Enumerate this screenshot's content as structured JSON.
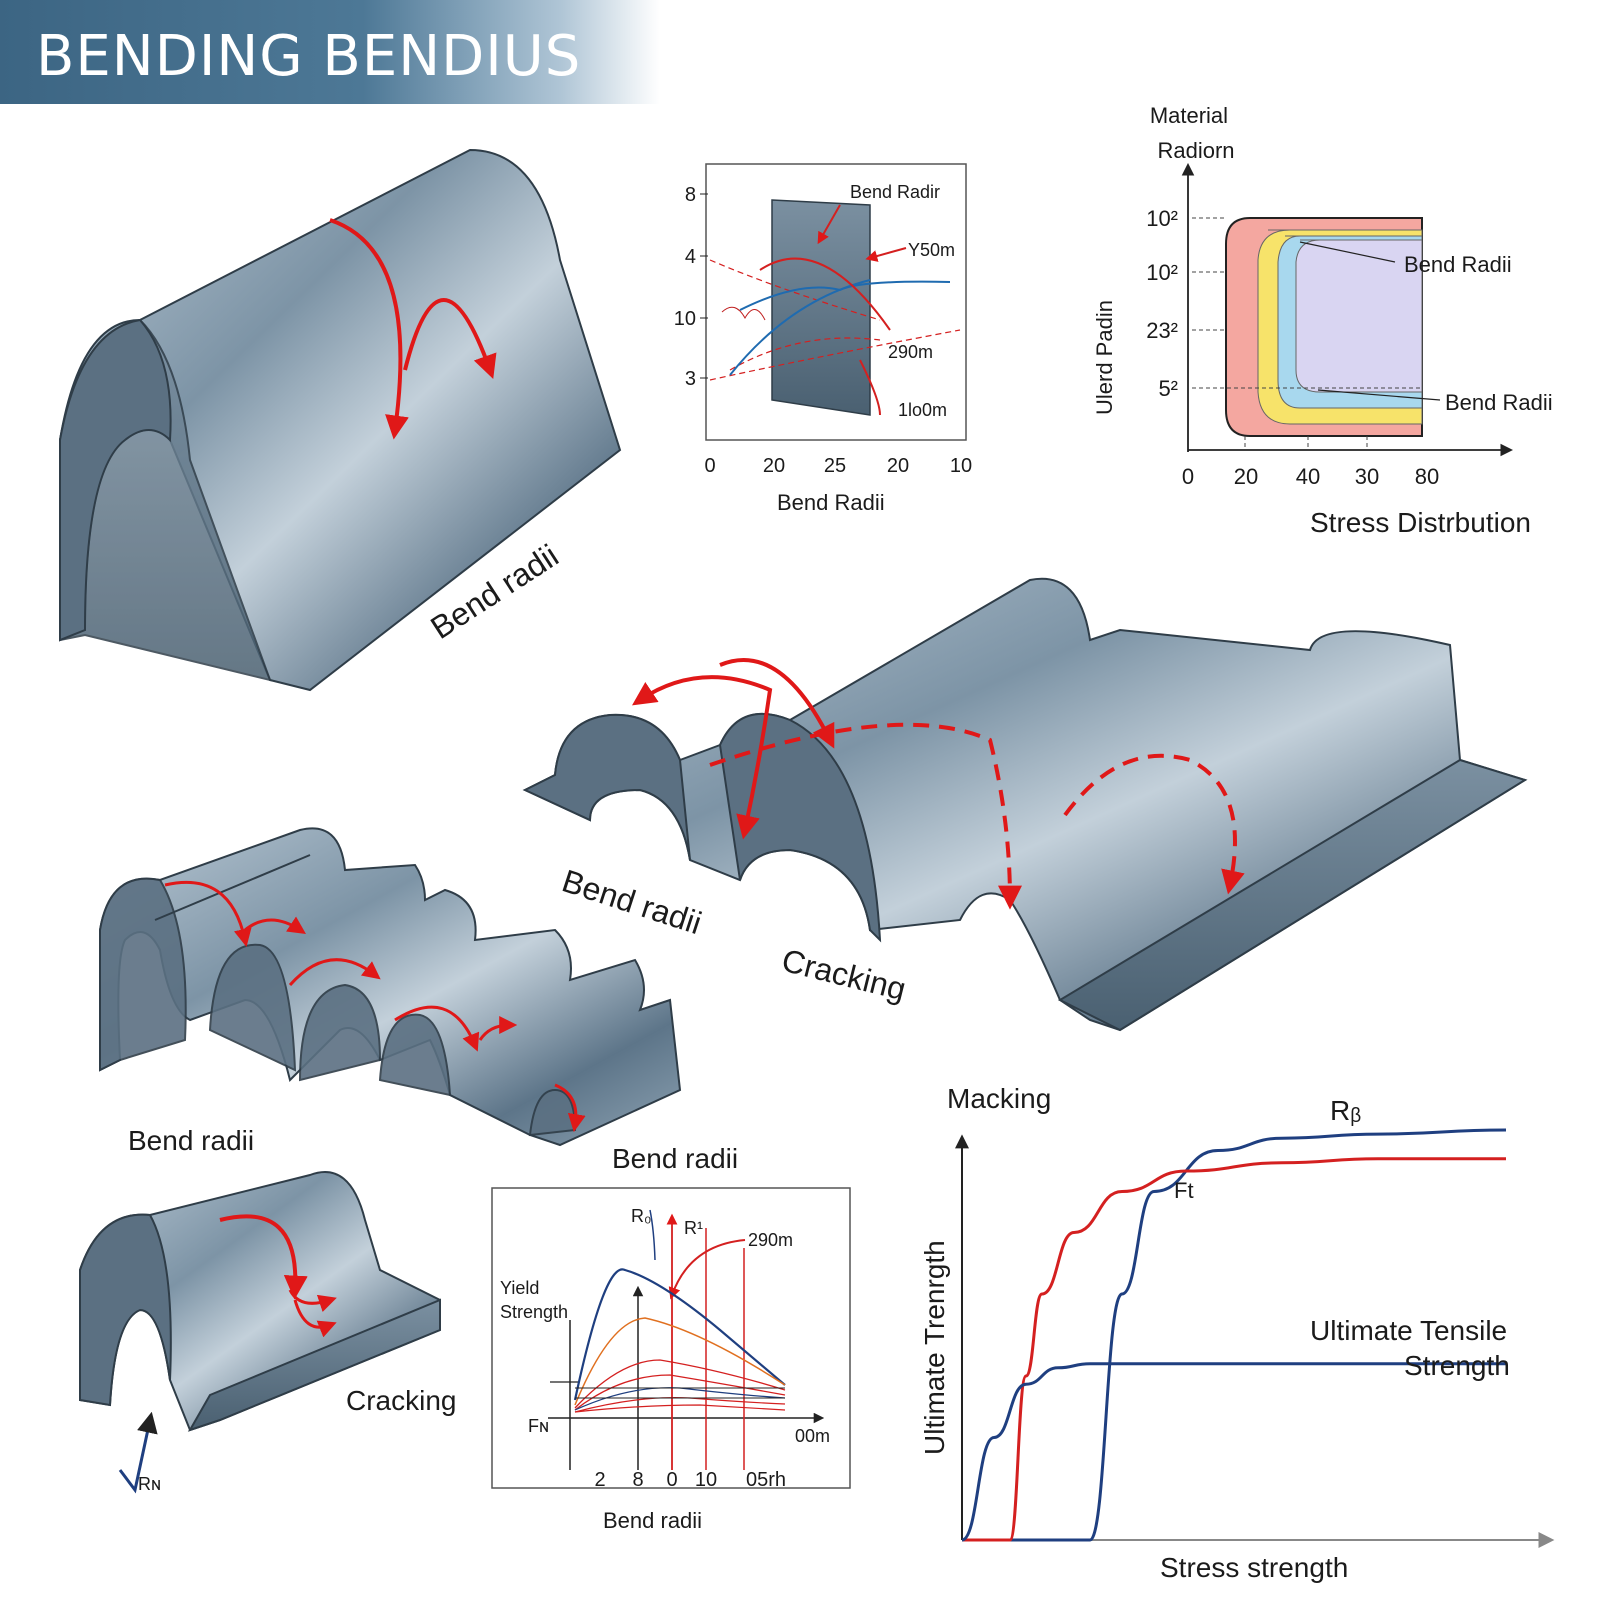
{
  "title": "BENDING BENDIUS",
  "labels": {
    "shape1": "Bend radii",
    "channel_bend": "Bend radii",
    "channel_crack": "Cracking",
    "wave_left": "Bend radii",
    "wave_right": "Bend radii",
    "crack_piece": "Cracking",
    "rn_marker": "Rɴ"
  },
  "inset1": {
    "xlabel": "Bend Radii",
    "yticks": [
      "8",
      "4",
      "10",
      "3"
    ],
    "xticks": [
      "0",
      "20",
      "25",
      "20",
      "10"
    ],
    "annotations": [
      "Bend Radir",
      "Y50m",
      "290m",
      "1lo0m"
    ]
  },
  "inset2": {
    "ylabel_top": "Material\nRadiorn",
    "ylabel_side": "Ulerd Padin",
    "xlabel": "Stress Distrbution",
    "yticks": [
      "10²",
      "10²",
      "23²",
      "5²"
    ],
    "xticks": [
      "0",
      "20",
      "40",
      "30",
      "80"
    ],
    "annotations": [
      "Bend Radii",
      "Bend Radii"
    ],
    "band_colors": [
      "#f4a7a0",
      "#f7e36a",
      "#a8d8ee",
      "#d9d5f2"
    ]
  },
  "inset3": {
    "xlabel": "Bend radii",
    "ylabel": "Yield\nStrength",
    "xticks": [
      "2",
      "8",
      "0",
      "10",
      "05rh"
    ],
    "annotations": [
      "R₀",
      "R¹",
      "290m",
      "Fɴ",
      "00m"
    ]
  },
  "chart_data": {
    "type": "line",
    "title": "Macking",
    "xlabel": "Stress strength",
    "ylabel": "Ultimate Trenrgth",
    "series": [
      {
        "name": "Rᵦ",
        "color": "#1f3f80",
        "x": [
          0,
          8,
          10,
          12,
          16,
          20,
          26,
          34
        ],
        "y": [
          0,
          0,
          60,
          85,
          95,
          98,
          99,
          100
        ]
      },
      {
        "name": "Ft",
        "color": "#d42020",
        "x": [
          0,
          3,
          4,
          5,
          7,
          10,
          14,
          20,
          26,
          34
        ],
        "y": [
          0,
          0,
          40,
          60,
          75,
          85,
          90,
          92,
          93,
          93
        ]
      },
      {
        "name": "Ultimate Tensile\nStrength",
        "color": "#1f3f80",
        "x": [
          0,
          2,
          4,
          6,
          8,
          12,
          20,
          34
        ],
        "y": [
          0,
          25,
          38,
          42,
          43,
          43,
          43,
          43
        ]
      }
    ],
    "annotations": [
      "Rᵦ",
      "Ft",
      "Ultimate Tensile\nStrength"
    ]
  },
  "colors": {
    "metal_dark": "#4e6678",
    "metal_mid": "#7d94a6",
    "metal_light": "#b9c8d4",
    "arrow_red": "#e01818",
    "axis": "#222222"
  }
}
